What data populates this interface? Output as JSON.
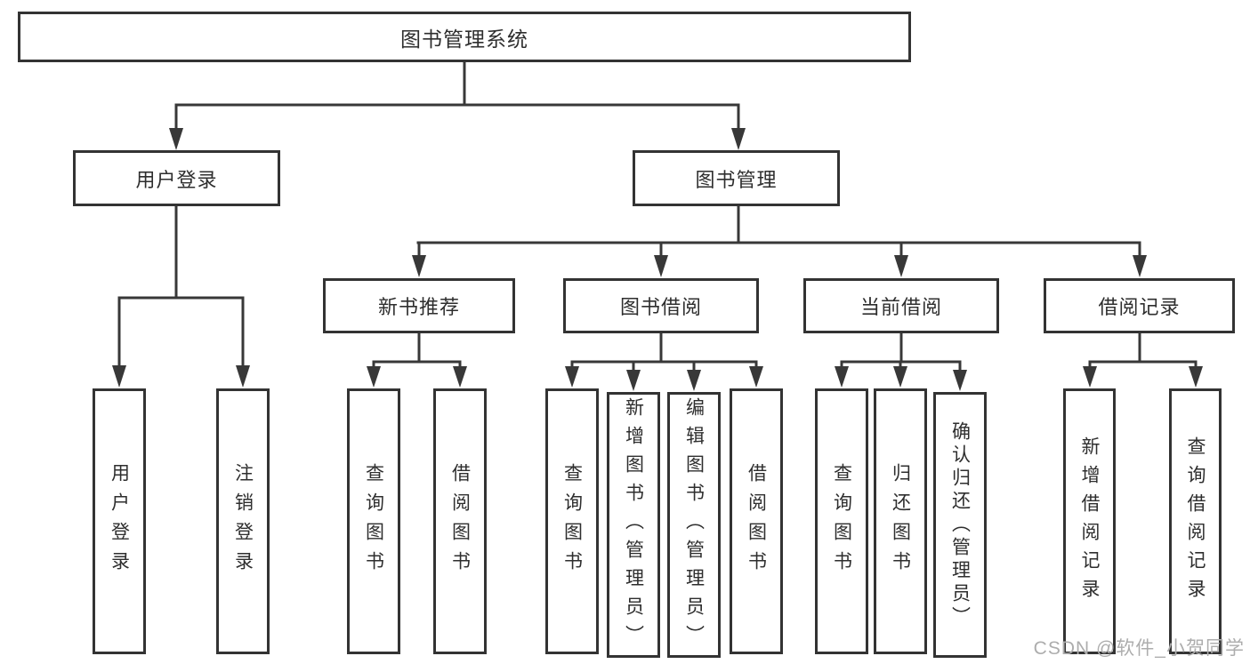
{
  "root": {
    "label": "图书管理系统"
  },
  "level2": [
    {
      "label": "用户登录"
    },
    {
      "label": "图书管理"
    }
  ],
  "level3": [
    {
      "label": "新书推荐"
    },
    {
      "label": "图书借阅"
    },
    {
      "label": "当前借阅"
    },
    {
      "label": "借阅记录"
    }
  ],
  "leaves": {
    "user_login": [
      {
        "label": "用户登录"
      },
      {
        "label": "注销登录"
      }
    ],
    "new_book": [
      {
        "label": "查询图书"
      },
      {
        "label": "借阅图书"
      }
    ],
    "book_borrow": [
      {
        "label": "查询图书"
      },
      {
        "label": "新增图书（管理员）"
      },
      {
        "label": "编辑图书（管理员）"
      },
      {
        "label": "借阅图书"
      }
    ],
    "current_borrow": [
      {
        "label": "查询图书"
      },
      {
        "label": "归还图书"
      },
      {
        "label": "确认归还（管理员）"
      }
    ],
    "borrow_record": [
      {
        "label": "新增借阅记录"
      },
      {
        "label": "查询借阅记录"
      }
    ]
  },
  "watermark": "CSDN @软件_小贺同学",
  "colors": {
    "line": "#383838",
    "border": "#333333",
    "text": "#2e2e2e",
    "watermark": "#adadad",
    "background": "#ffffff"
  }
}
